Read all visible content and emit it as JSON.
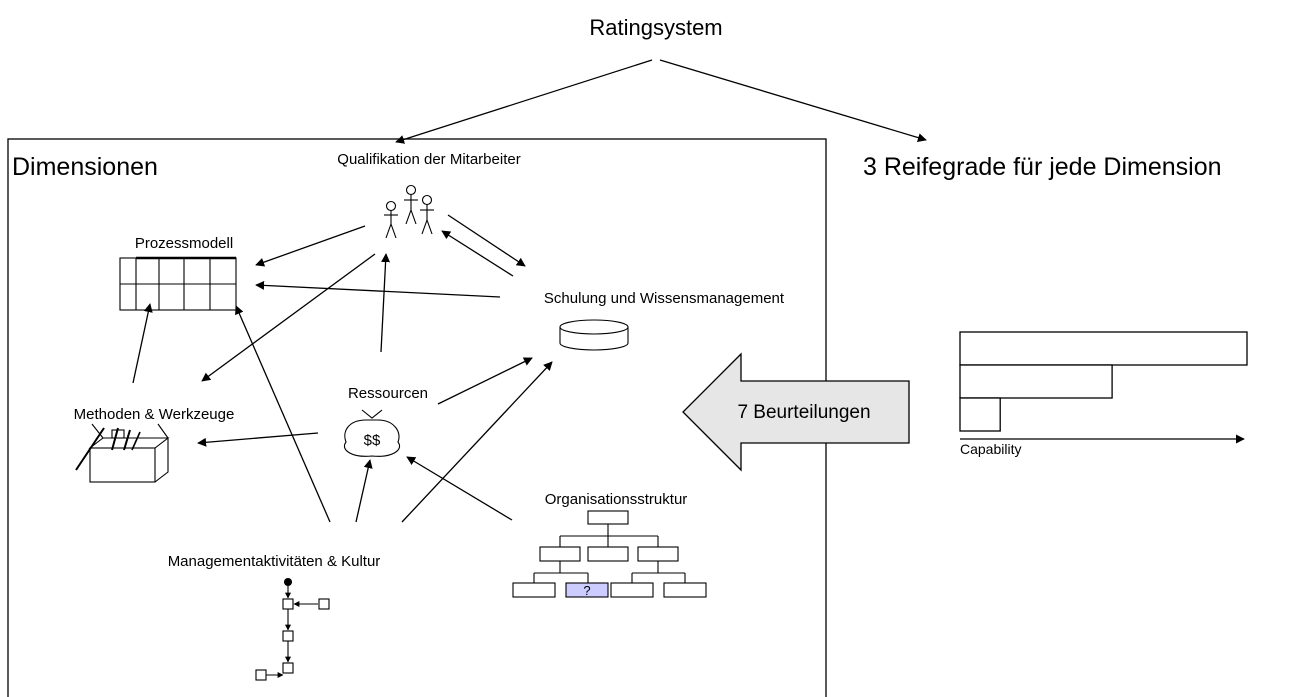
{
  "title": "Ratingsystem",
  "left_panel": {
    "title": "Dimensionen",
    "nodes": {
      "qualifikation": "Qualifikation der Mitarbeiter",
      "prozessmodell": "Prozessmodell",
      "schulung": "Schulung und Wissensmanagement",
      "methoden": "Methoden & Werkzeuge",
      "ressourcen": "Ressourcen",
      "ressourcen_symbol": "$$",
      "organisation": "Organisationsstruktur",
      "organisation_question": "?",
      "management": "Managementaktivitäten & Kultur"
    }
  },
  "right_panel": {
    "title": "3 Reifegrade für jede Dimension",
    "assessment_arrow_label": "7 Beurteilungen",
    "capability_label": "Capability",
    "maturity_levels": [
      1.0,
      0.53,
      0.14
    ]
  },
  "colors": {
    "arrow_fill": "#e6e6e6",
    "highlight_box": "#ccccff",
    "line": "#000000"
  },
  "icons": [
    "stick-figures-icon",
    "process-grid-icon",
    "database-cylinder-icon",
    "toolbox-icon",
    "money-bag-icon",
    "org-chart-icon",
    "flowchart-icon"
  ]
}
